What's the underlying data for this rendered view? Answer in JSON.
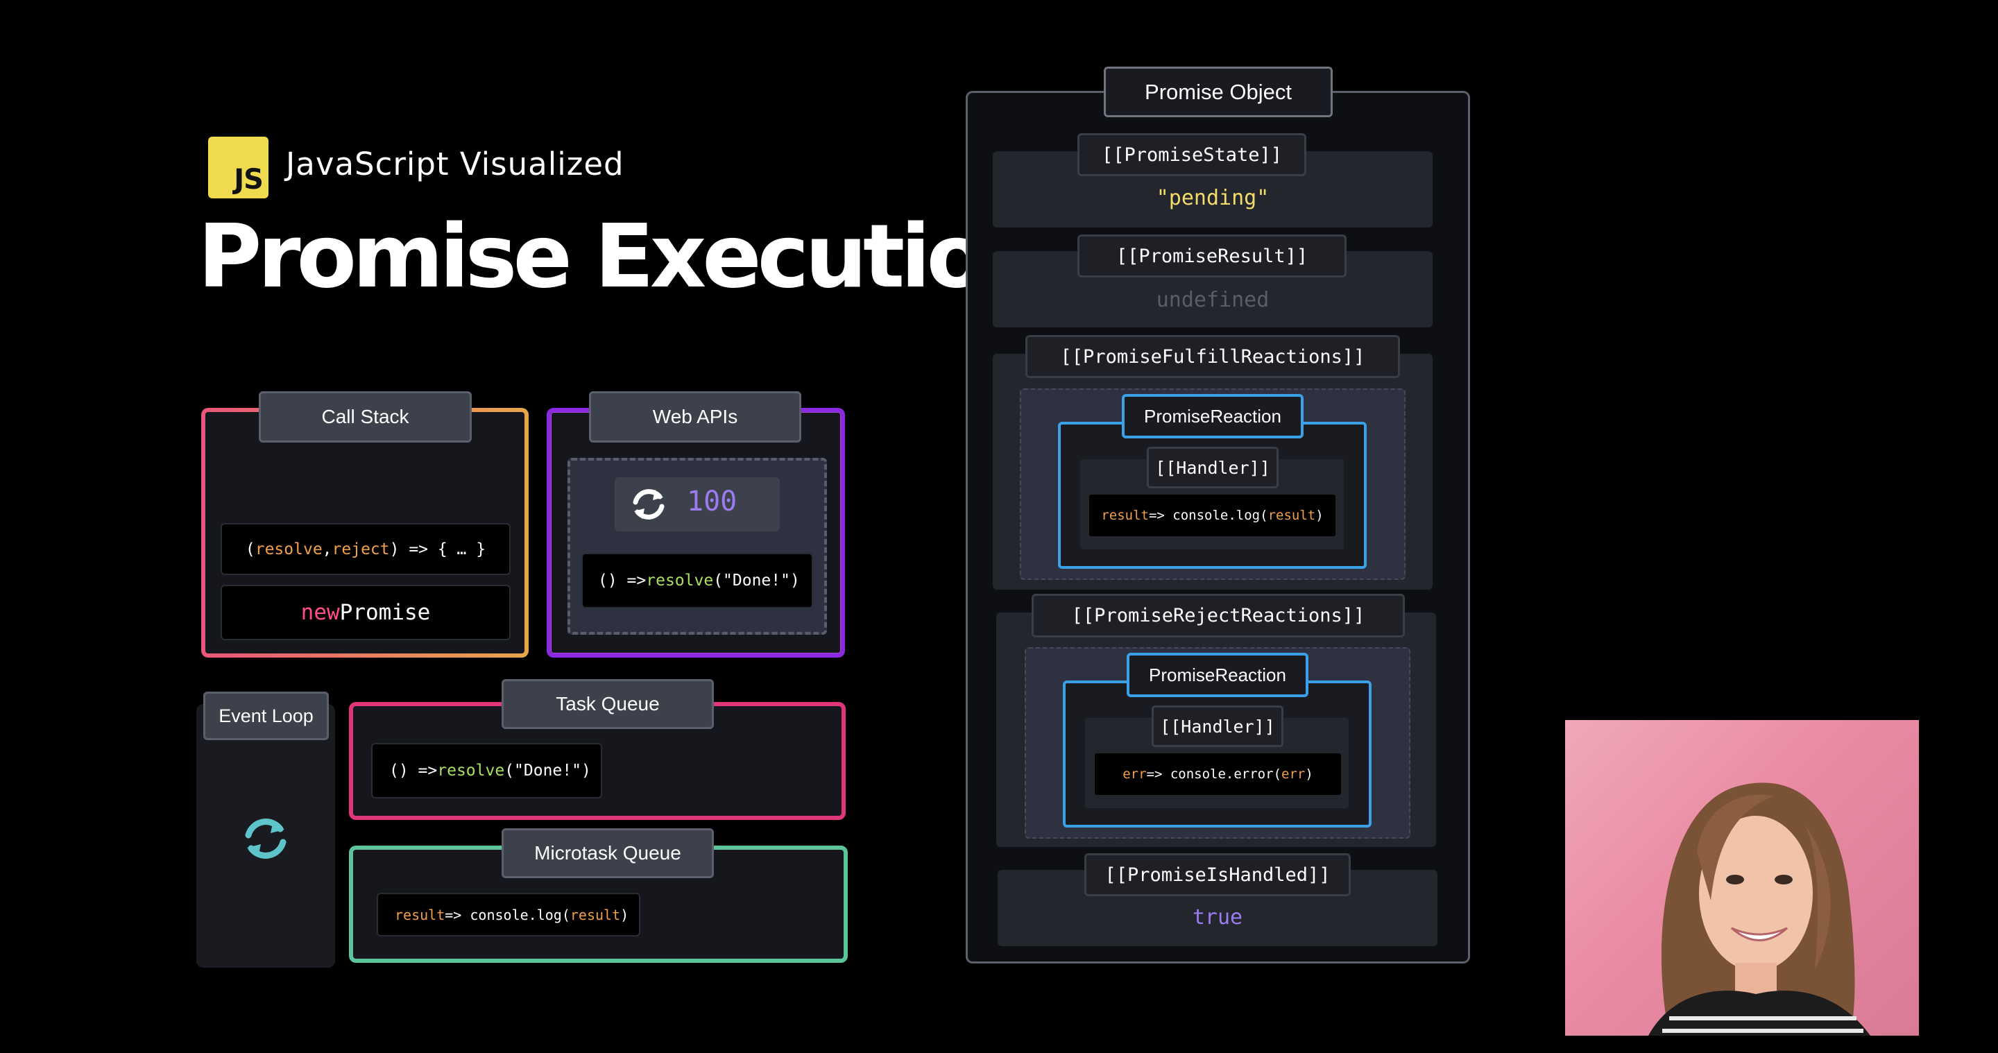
{
  "header": {
    "logo_text": "JS",
    "series": "JavaScript Visualized",
    "title": "Promise Execution"
  },
  "call_stack": {
    "label": "Call Stack",
    "frames": [
      {
        "param1": "resolve",
        "sep": ", ",
        "param2": "reject",
        "rest": ") => { … }",
        "open": "("
      },
      {
        "keyword": "new",
        "name": " Promise"
      }
    ]
  },
  "web_apis": {
    "label": "Web APIs",
    "timer_value": "100",
    "timer_icon": "refresh-icon",
    "callback": {
      "pre": "() => ",
      "fn": "resolve",
      "arg": "(\"Done!\")"
    }
  },
  "event_loop": {
    "label": "Event Loop",
    "icon": "refresh-icon"
  },
  "task_queue": {
    "label": "Task Queue",
    "item": {
      "pre": "() => ",
      "fn": "resolve",
      "arg": "(\"Done!\")"
    }
  },
  "microtask_queue": {
    "label": "Microtask Queue",
    "item": {
      "p1": "result",
      "mid": " => console.log(",
      "p2": "result",
      "end": ")"
    }
  },
  "promise_object": {
    "label": "Promise Object",
    "state_label": "[[PromiseState]]",
    "state_value": "\"pending\"",
    "result_label": "[[PromiseResult]]",
    "result_value": "undefined",
    "fulfill_label": "[[PromiseFulfillReactions]]",
    "fulfill_reaction": {
      "label": "PromiseReaction",
      "handler_label": "[[Handler]]",
      "code": {
        "p1": "result",
        "mid": " => console.log(",
        "p2": "result",
        "end": ")"
      }
    },
    "reject_label": "[[PromiseRejectReactions]]",
    "reject_reaction": {
      "label": "PromiseReaction",
      "handler_label": "[[Handler]]",
      "code": {
        "p1": "err",
        "mid": " => console.error(",
        "p2": "err",
        "end": ")"
      }
    },
    "handled_label": "[[PromiseIsHandled]]",
    "handled_value": "true"
  },
  "colors": {
    "call_stack_border_start": "#e9557a",
    "call_stack_border_end": "#e8a64a",
    "web_apis_border": "#8a2be2",
    "task_queue_border": "#e0357a",
    "microtask_queue_border": "#5bc49a",
    "reaction_border": "#3aa0e8",
    "pending": "#f3dc6b",
    "true_value": "#9b7bf0"
  }
}
